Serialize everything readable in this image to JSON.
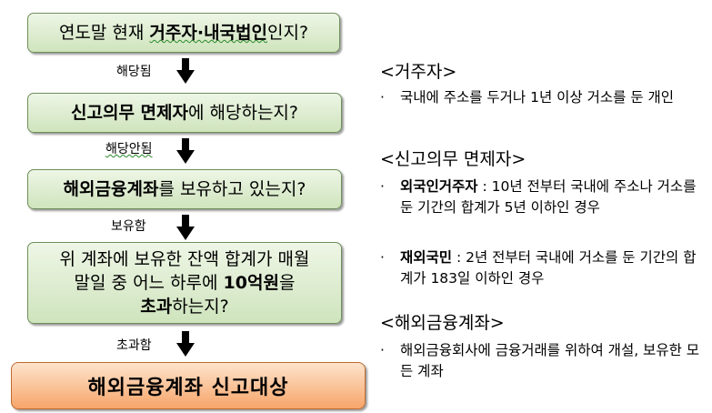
{
  "flow": {
    "q1_a": "연도말 현재 ",
    "q1_b": "거주자·내국법인",
    "q1_c": "인지?",
    "l1": "해당됨",
    "q2_a": "신고의무 면제자",
    "q2_b": "에 해당하는지?",
    "l2": "해당안됨",
    "q3_a": "해외금융계좌",
    "q3_b": "를 보유하고 있는지?",
    "l3": "보유함",
    "q4_line1": "위 계좌에 보유한 잔액 합계가 매월",
    "q4_line2_a": "말일 중 어느 하루에 ",
    "q4_line2_b": "10억원",
    "q4_line2_c": "을",
    "q4_line3_a": "초과",
    "q4_line3_b": "하는지?",
    "l4": "초과함",
    "final": "해외금융계좌 신고대상"
  },
  "side": {
    "resident_title": "<거주자>",
    "resident_bullet": "·",
    "resident_text": "국내에 주소를 두거나 1년 이상 거소를 둔 개인",
    "exempt_title": "<신고의무 면제자>",
    "exempt1_bullet": "·",
    "exempt1_bold": "외국인거주자",
    "exempt1_text": " : 10년 전부터 국내에 주소나 거소를 둔 기간의 합계가 5년 이하인 경우",
    "exempt2_bullet": "·",
    "exempt2_bold": "재외국민",
    "exempt2_text": " : 2년 전부터 국내에 거소를 둔 기간의 합계가 183일 이하인 경우",
    "account_title": "<해외금융계좌>",
    "account_bullet": "·",
    "account_text": "해외금융회사에 금융거래를 위하여 개설, 보유한 모든 계좌"
  }
}
